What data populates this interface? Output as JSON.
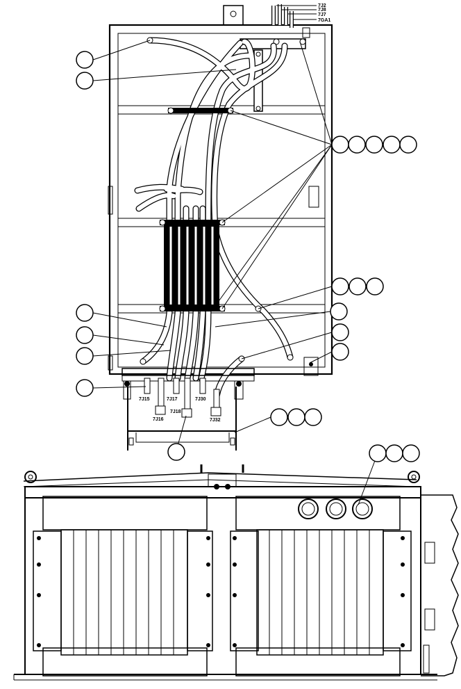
{
  "diagram": {
    "top_wire_labels": [
      "7J2",
      "7J8",
      "7J7",
      "7GA1"
    ],
    "connector_labels": {
      "left_upper": "7J15",
      "mid_upper": "7J17",
      "right_upper": "7J30",
      "left_lower": "7J16",
      "mid_lower": "7J18",
      "right_lower": "7J32"
    },
    "callouts": "blank numbered callout circles (no text printed)",
    "colors": {
      "line": "#000000",
      "background": "#ffffff"
    }
  }
}
